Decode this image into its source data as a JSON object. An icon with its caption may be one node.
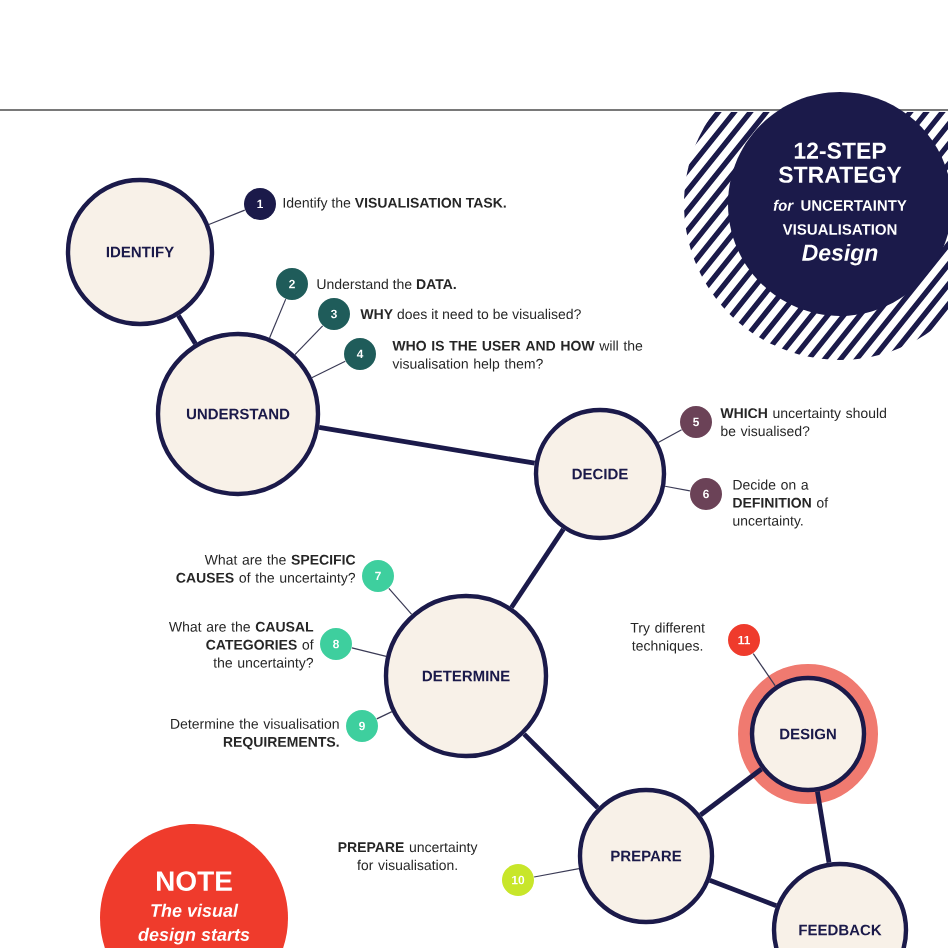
{
  "diagram": {
    "nodes": [
      {
        "text": [
          "12-STEP STRATEGY",
          "*for* UNCERTAINTY VISUALISATION",
          "Design"
        ]
      },
      {
        "text": [
          "IDENTIFY"
        ]
      },
      {
        "text": [
          "1"
        ],
        "beside": [
          "Identify the **VISUALISATION TASK.**"
        ]
      },
      {
        "text": [
          "2"
        ],
        "beside": [
          "Understand the **DATA.**"
        ]
      },
      {
        "text": [
          "3"
        ],
        "beside": [
          "**WHY** does it need to be visualised?"
        ]
      },
      {
        "text": [
          "4"
        ],
        "beside": [
          "**WHO IS THE USER AND HOW** will the visualisation help them?"
        ]
      },
      {
        "text": [
          "UNDERSTAND"
        ]
      },
      {
        "text": [
          "DECIDE"
        ]
      },
      {
        "text": [
          "5"
        ],
        "beside": [
          "**WHICH** uncertainty should be visualised?"
        ]
      },
      {
        "text": [
          "6"
        ],
        "beside": [
          "Decide on a **DEFINITION** of uncertainty."
        ]
      },
      {
        "text": [
          "7"
        ],
        "beside": [
          "What are the **SPECIFIC CAUSES** of the uncertainty?"
        ]
      },
      {
        "text": [
          "8"
        ],
        "beside": [
          "What are the **CAUSAL CATEGORIES** of the uncertainty?"
        ]
      },
      {
        "text": [
          "DETERMINE"
        ]
      },
      {
        "text": [
          "9"
        ],
        "beside": [
          "Determine the visualisation **REQUIREMENTS.**"
        ]
      },
      {
        "text": [
          "11"
        ],
        "beside": [
          "Try different techniques."
        ]
      },
      {
        "text": [
          "DESIGN"
        ]
      },
      {
        "text": [
          "10"
        ],
        "beside": [
          "**PREPARE** uncertainty for visualisation."
        ]
      },
      {
        "text": [
          "PREPARE"
        ]
      },
      {
        "text": [
          "NOTE",
          "The visual design starts"
        ]
      },
      {
        "text": [
          "FEEDBACK"
        ]
      }
    ],
    "edges": [
      {
        "from": 1,
        "to": 2,
        "arrow": "none"
      },
      {
        "from": 1,
        "to": 6,
        "arrow": "none",
        "style": "thick"
      },
      {
        "from": 3,
        "to": 6,
        "arrow": "none"
      },
      {
        "from": 4,
        "to": 6,
        "arrow": "none"
      },
      {
        "from": 5,
        "to": 6,
        "arrow": "none"
      },
      {
        "from": 6,
        "to": 7,
        "arrow": "none",
        "style": "thick"
      },
      {
        "from": 8,
        "to": 7,
        "arrow": "none"
      },
      {
        "from": 9,
        "to": 7,
        "arrow": "none"
      },
      {
        "from": 7,
        "to": 12,
        "arrow": "none",
        "style": "thick"
      },
      {
        "from": 10,
        "to": 12,
        "arrow": "none"
      },
      {
        "from": 11,
        "to": 12,
        "arrow": "none"
      },
      {
        "from": 13,
        "to": 12,
        "arrow": "none"
      },
      {
        "from": 14,
        "to": 15,
        "arrow": "none"
      },
      {
        "from": 12,
        "to": 17,
        "arrow": "none",
        "style": "thick"
      },
      {
        "from": 16,
        "to": 17,
        "arrow": "none"
      },
      {
        "from": 17,
        "to": 15,
        "arrow": "none",
        "style": "thick"
      },
      {
        "from": 15,
        "to": 19,
        "arrow": "none",
        "style": "thick"
      },
      {
        "from": 17,
        "to": 19,
        "arrow": "none",
        "style": "thick"
      }
    ]
  }
}
